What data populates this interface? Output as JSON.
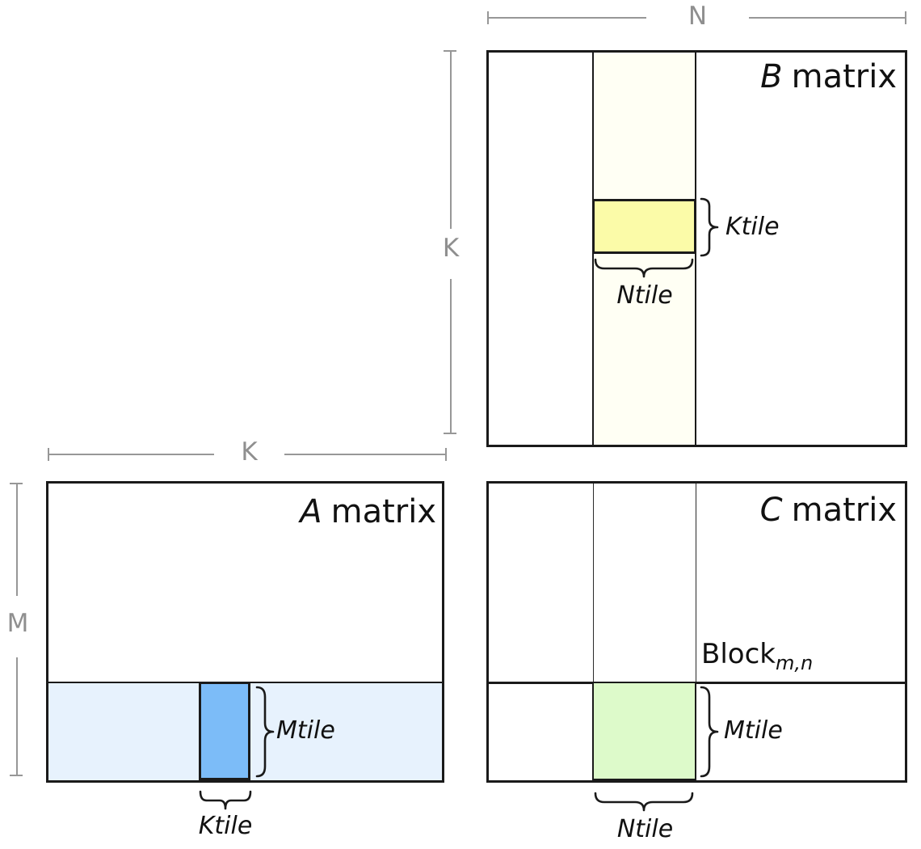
{
  "matrices": {
    "b": {
      "name_letter": "B",
      "name_word": "matrix",
      "ktile_label": "Ktile",
      "ntile_label": "Ntile"
    },
    "a": {
      "name_letter": "A",
      "name_word": "matrix",
      "mtile_label": "Mtile",
      "ktile_label": "Ktile"
    },
    "c": {
      "name_letter": "C",
      "name_word": "matrix",
      "mtile_label": "Mtile",
      "ntile_label": "Ntile",
      "block_label": "Block",
      "block_subscript": "m,n"
    }
  },
  "dimension_labels": {
    "b_width": "N",
    "b_height": "K",
    "a_width": "K",
    "a_height": "M"
  },
  "colors": {
    "b_strip": "#FFFFF4",
    "b_tile": "#FBFBA8",
    "a_strip": "#E7F2FD",
    "a_tile": "#7CBCF8",
    "c_tile": "#DDFACA",
    "outline": "#1a1a1a",
    "dimension_line": "#979797"
  }
}
